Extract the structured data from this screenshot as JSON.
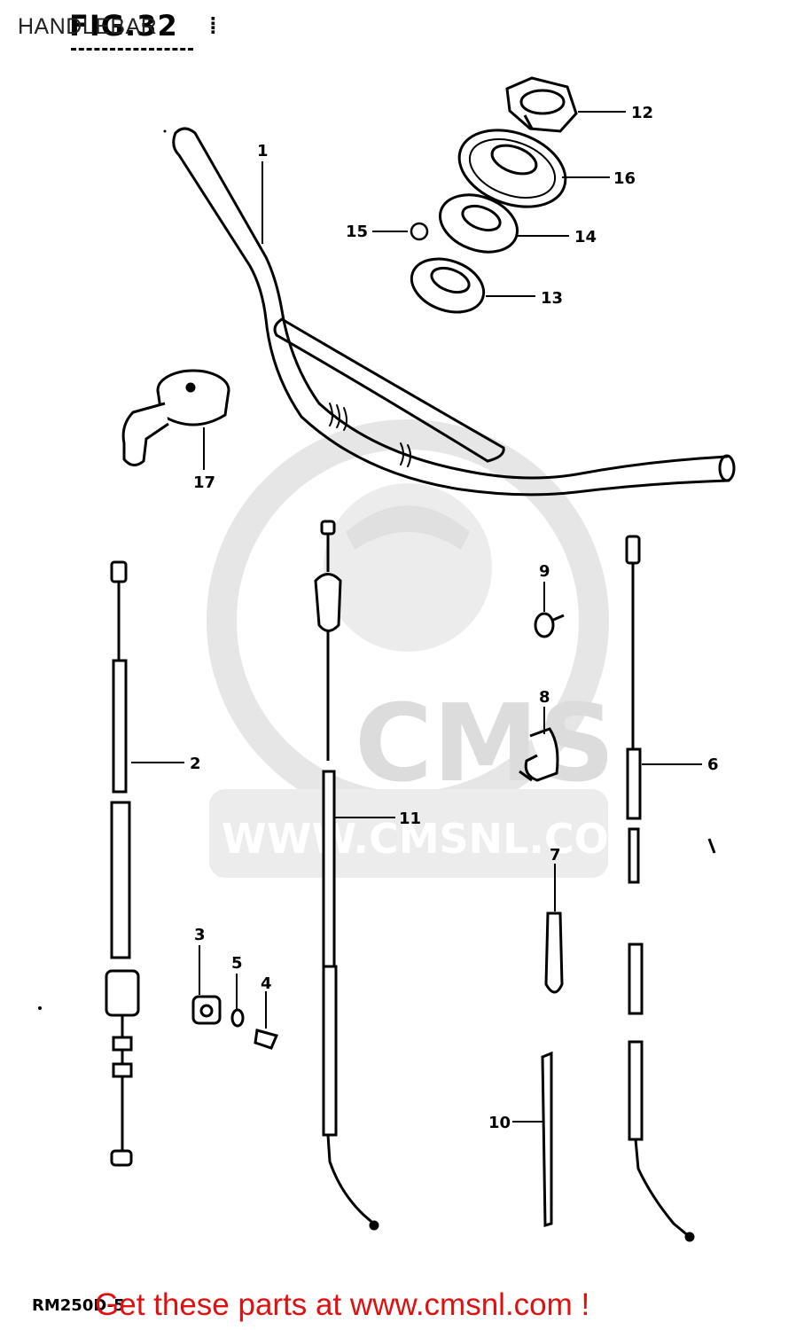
{
  "header": {
    "title": "HANDLEBAR",
    "figure_label": "FIG.32"
  },
  "watermark": {
    "brand": "CMS",
    "url": "WWW.CMSNL.COM"
  },
  "callouts": {
    "c1": "1",
    "c2": "2",
    "c3": "3",
    "c4": "4",
    "c5": "5",
    "c6": "6",
    "c7": "7",
    "c8": "8",
    "c9": "9",
    "c10": "10",
    "c11": "11",
    "c12": "12",
    "c13": "13",
    "c14": "14",
    "c15": "15",
    "c16": "16",
    "c17": "17"
  },
  "footer": {
    "model_code": "RM250D-5",
    "promo": "Get these parts at www.cmsnl.com !"
  },
  "colors": {
    "promo_text": "#e01010",
    "watermark": "#dcdcdc",
    "line_art": "#000000"
  }
}
